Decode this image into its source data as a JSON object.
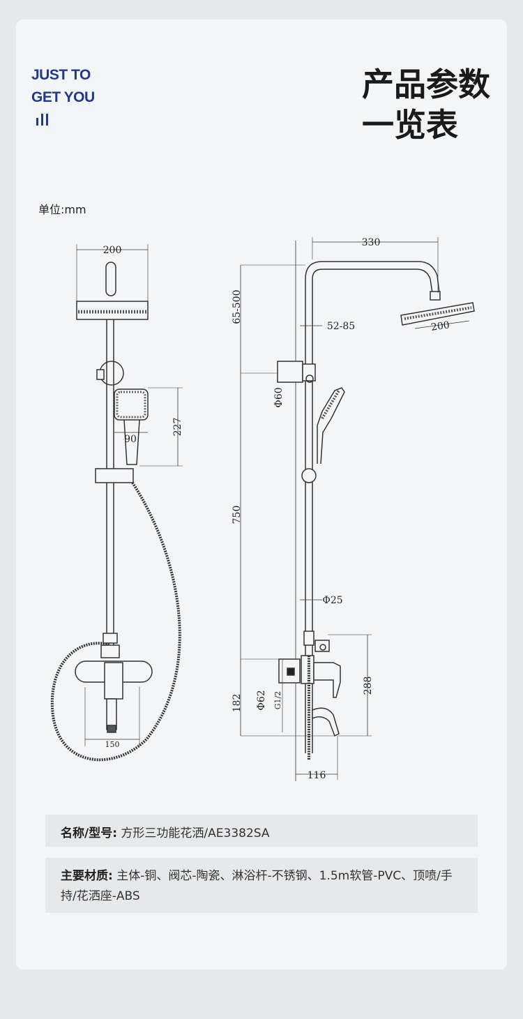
{
  "brand": {
    "line1": "JUST TO",
    "line2": "GET YOU"
  },
  "title": {
    "line1": "产品参数",
    "line2": "一览表"
  },
  "unit": "单位:mm",
  "dimensions": {
    "front_width": "200",
    "handheld_width": "90",
    "handheld_height": "227",
    "mixer_width": "150",
    "arm_length": "330",
    "head_width": "200",
    "height_adjust": "65-500",
    "spacing": "52-85",
    "bracket_dia": "Φ60",
    "bar_length": "750",
    "bar_dia": "Φ25",
    "mixer_height": "288",
    "outlet_height": "182",
    "escutcheon_dia": "Φ62",
    "thread": "G1/2",
    "spout_depth": "116"
  },
  "specs": {
    "name_label": "名称/型号:",
    "name_value": "方形三功能花洒/AE3382SA",
    "material_label": "主要材质:",
    "material_value": "主体-铜、阀芯-陶瓷、淋浴杆-不锈钢、1.5m软管-PVC、顶喷/手持/花洒座-ABS"
  },
  "colors": {
    "brand": "#1f3a8a",
    "card": "#f4f5f6",
    "row": "#e6e8ea"
  }
}
